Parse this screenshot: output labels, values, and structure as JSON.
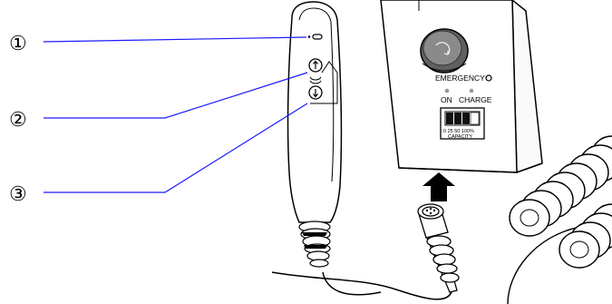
{
  "callouts": [
    {
      "number": "①",
      "target": "charge-indicator-led"
    },
    {
      "number": "②",
      "target": "up-button"
    },
    {
      "number": "③",
      "target": "down-button"
    }
  ],
  "control_box": {
    "emergency_label": "EMERGENCY",
    "on_label": "ON",
    "charge_label": "CHARGE",
    "capacity_scale": "0  25  50  100%",
    "capacity_label": "CAPACITY"
  },
  "colors": {
    "callout_line": "#1a1aff",
    "outline": "#000000",
    "emergency_button": "#707070",
    "arrow": "#000000"
  },
  "icons": [
    "up-arrow-icon",
    "down-arrow-icon",
    "emergency-stop-icon",
    "insert-arrow-icon"
  ]
}
